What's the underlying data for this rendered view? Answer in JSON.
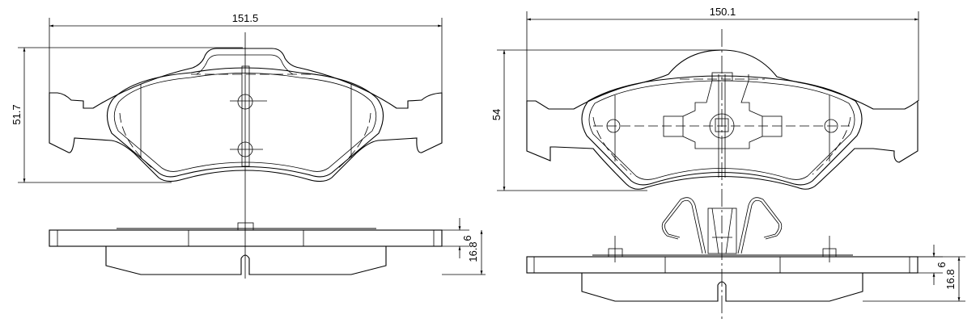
{
  "drawing": {
    "left_pad": {
      "width_label": "151.5",
      "height_label": "51.7",
      "plate_thickness_label": "6",
      "total_thickness_label": "16.8"
    },
    "right_pad": {
      "width_label": "150.1",
      "height_label": "54",
      "plate_thickness_label": "6",
      "total_thickness_label": "16.8"
    },
    "colors": {
      "line": "#000000",
      "background": "#ffffff"
    }
  }
}
